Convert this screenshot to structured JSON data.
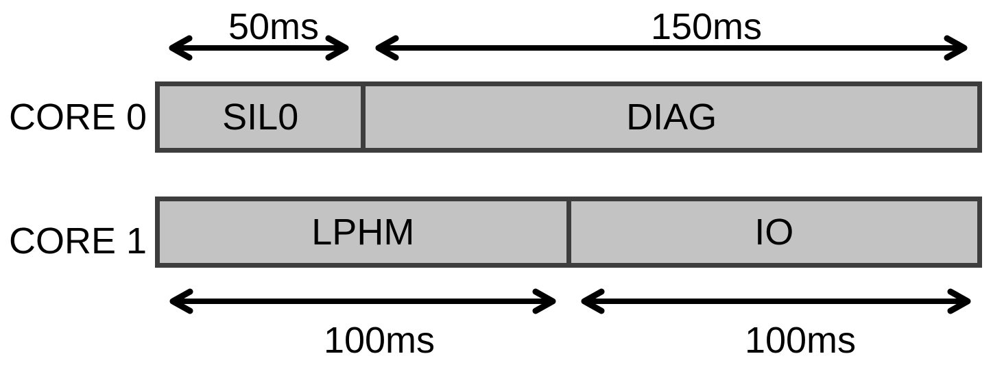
{
  "diagram": {
    "kind": "dual-core task schedule timing diagram",
    "colors": {
      "bar_fill": "#c3c3c3",
      "bar_border": "#3d3d3d",
      "arrow": "#000000",
      "text": "#000000",
      "background": "#ffffff"
    },
    "rows": [
      {
        "label": "CORE 0",
        "segments": [
          {
            "name": "SIL0",
            "duration_ms": 50
          },
          {
            "name": "DIAG",
            "duration_ms": 150
          }
        ]
      },
      {
        "label": "CORE 1",
        "segments": [
          {
            "name": "LPHM",
            "duration_ms": 100
          },
          {
            "name": "IO",
            "duration_ms": 100
          }
        ]
      }
    ],
    "durations": {
      "top_left": {
        "label": "50ms",
        "value_ms": 50,
        "refers_to": "SIL0"
      },
      "top_right": {
        "label": "150ms",
        "value_ms": 150,
        "refers_to": "DIAG"
      },
      "bottom_left": {
        "label": "100ms",
        "value_ms": 100,
        "refers_to": "LPHM"
      },
      "bottom_right": {
        "label": "100ms",
        "value_ms": 100,
        "refers_to": "IO"
      }
    }
  }
}
